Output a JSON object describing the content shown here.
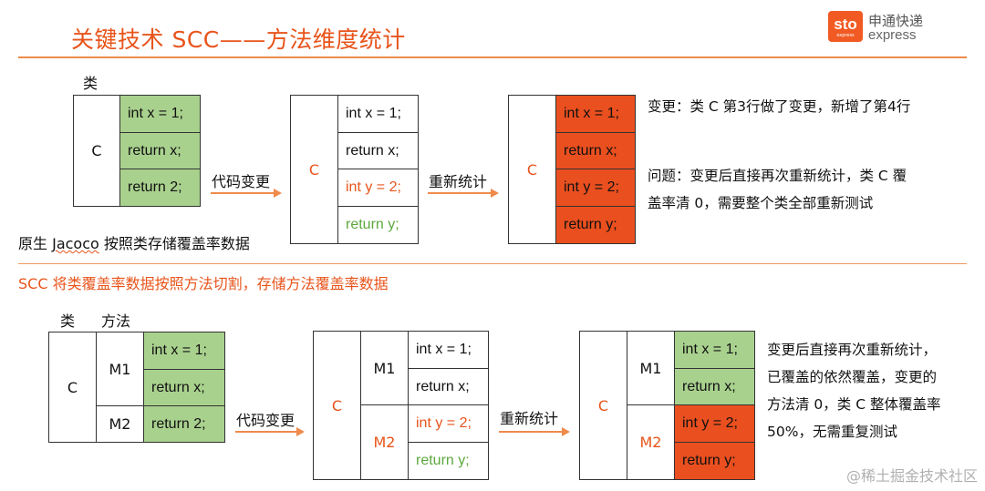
{
  "header": {
    "title": "关键技术 SCC——方法维度统计",
    "logo_mark": "sto",
    "logo_sub": "express",
    "logo_cn": "申通快递",
    "logo_en": "express"
  },
  "top": {
    "class_label": "类",
    "class_name": "C",
    "code_original": [
      "int x = 1;",
      "return x;",
      "return 2;"
    ],
    "code_changed": [
      "int x = 1;",
      "return x;",
      "int y = 2;",
      "return y;"
    ],
    "arrow1": "代码变更",
    "arrow2": "重新统计",
    "footnote_prefix": "原生 ",
    "footnote_jacoco": "Jacoco",
    "footnote_suffix": " 按照类存储覆盖率数据",
    "note_change": "变更：类 C 第3行做了变更，新增了第4行",
    "note_problem": "问题：变更后直接再次重新统计，类 C 覆盖率清 0，需要整个类全部重新测试"
  },
  "divider_caption": "SCC 将类覆盖率数据按照方法切割，存储方法覆盖率数据",
  "bottom": {
    "class_label": "类",
    "method_label": "方法",
    "class_name": "C",
    "methods": [
      "M1",
      "M2"
    ],
    "code_original": [
      "int x = 1;",
      "return x;",
      "return 2;"
    ],
    "code_changed": [
      "int x = 1;",
      "return x;",
      "int y = 2;",
      "return y;"
    ],
    "arrow1": "代码变更",
    "arrow2": "重新统计",
    "note": "变更后直接再次重新统计，已覆盖的依然覆盖，变更的方法清 0，类 C 整体覆盖率 50%，无需重复测试"
  },
  "watermark": "@稀土掘金技术社区",
  "colors": {
    "accent": "#e8541b",
    "covered": "#a9d18e",
    "uncovered": "#ea4f1f",
    "changed_text": "#e8541b",
    "new_text": "#5da83e"
  }
}
